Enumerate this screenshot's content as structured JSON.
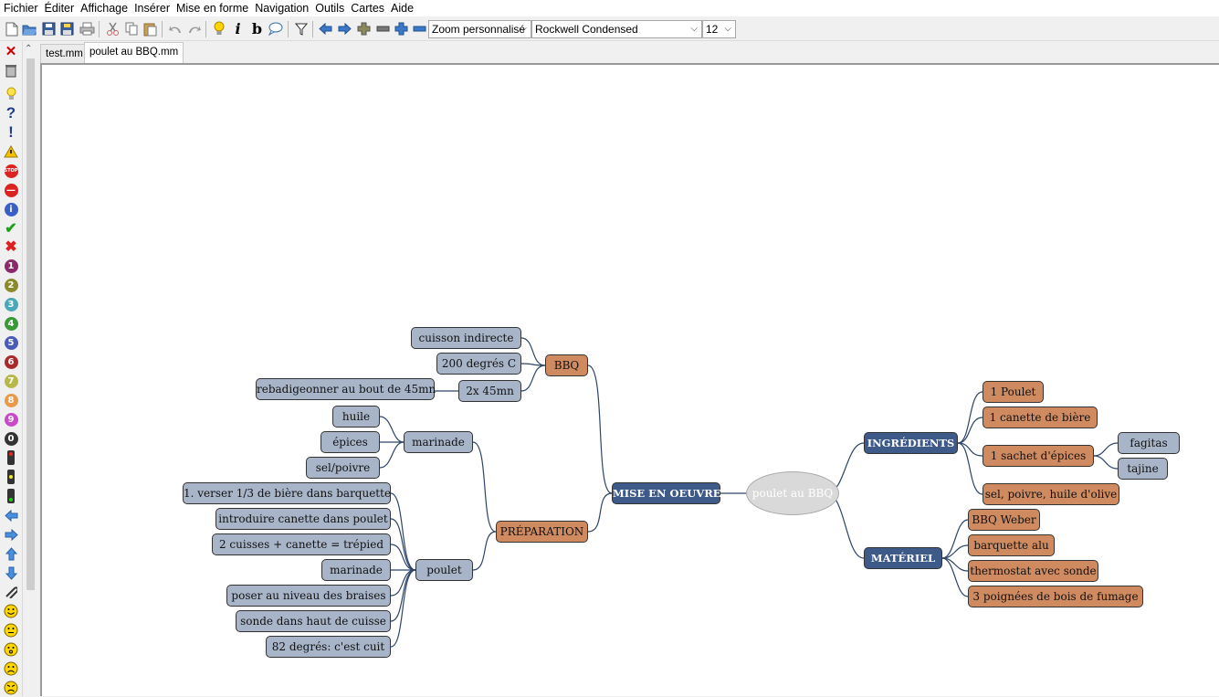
{
  "menu": [
    "Fichier",
    "Éditer",
    "Affichage",
    "Insérer",
    "Mise en forme",
    "Navigation",
    "Outils",
    "Cartes",
    "Aide"
  ],
  "toolbar": {
    "zoom": "Zoom personnalisé",
    "font": "Rockwell Condensed",
    "size": "12"
  },
  "tabs": [
    "test.mm",
    "poulet au BBQ.mm"
  ],
  "active_tab": 1,
  "colors": {
    "blue_node": "#3d5a88",
    "orange_node": "#cf8a60",
    "grey_node": "#a8b5c9",
    "root_node": "#d9d9d9",
    "edge": "#2e4568"
  },
  "mindmap": {
    "root": "poulet au BBQ",
    "mise_en_oeuvre": "MISE EN OEUVRE",
    "bbq": "BBQ",
    "bbq_children": [
      "cuisson indirecte",
      "200 degrés C",
      "2x 45mn"
    ],
    "bbq_sub": "rebadigeonner au bout de 45mn",
    "preparation": "PRÉPARATION",
    "marinade": "marinade",
    "marinade_children": [
      "huile",
      "épices",
      "sel/poivre"
    ],
    "poulet": "poulet",
    "poulet_children": [
      "1. verser 1/3 de bière dans barquette",
      "introduire canette dans poulet",
      "2 cuisses + canette = trépied",
      "marinade",
      "poser au niveau des braises",
      "sonde dans haut de cuisse",
      "82 degrés:  c'est cuit"
    ],
    "ingredients": "INGRÉDIENTS",
    "ingredients_children": [
      "1 Poulet",
      "1 canette de bière",
      "1 sachet d'épices",
      "sel, poivre, huile d'olive"
    ],
    "epices_children": [
      "fagitas",
      "tajine"
    ],
    "materiel": "MATÉRIEL",
    "materiel_children": [
      "BBQ Weber",
      "barquette alu",
      "thermostat avec sonde",
      "3 poignées de bois de fumage"
    ]
  }
}
